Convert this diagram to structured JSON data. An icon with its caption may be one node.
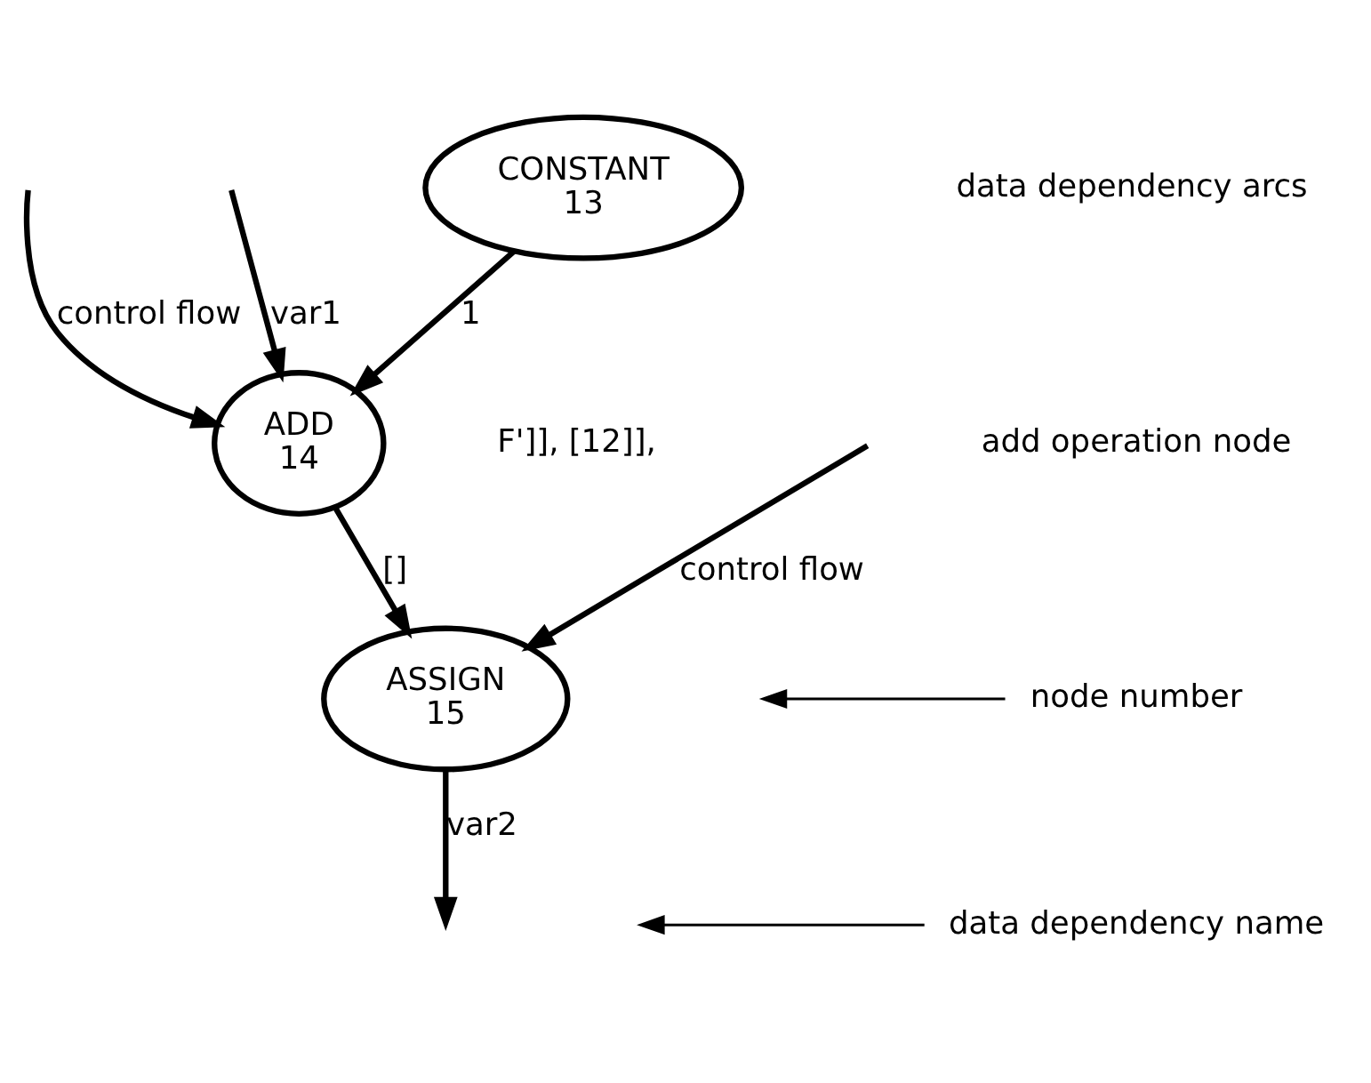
{
  "diagram": {
    "nodes": [
      {
        "text": [
          "CONSTANT",
          "13"
        ]
      },
      {
        "text": [
          "ADD",
          "14"
        ]
      },
      {
        "text": [
          "ASSIGN",
          "15"
        ]
      },
      {
        "text": [
          "node number"
        ]
      },
      {
        "text": [
          "data dependency name"
        ]
      }
    ],
    "edges": [
      {
        "from": null,
        "to": 1,
        "arrow": "to",
        "label": "control flow"
      },
      {
        "from": null,
        "to": 1,
        "arrow": "to",
        "label": "var1"
      },
      {
        "from": 0,
        "to": 1,
        "arrow": "to",
        "label": "1"
      },
      {
        "from": null,
        "to": 2,
        "arrow": "to",
        "label": "control flow"
      },
      {
        "from": 1,
        "to": 2,
        "arrow": "to",
        "label": "[]"
      },
      {
        "from": 2,
        "to": null,
        "arrow": "to",
        "label": "var2"
      },
      {
        "from": 3,
        "to": null,
        "arrow": "to"
      },
      {
        "from": 4,
        "to": null,
        "arrow": "to"
      }
    ],
    "labels": [
      "data dependency arcs",
      "add operation node",
      "F']], [12]],"
    ]
  }
}
